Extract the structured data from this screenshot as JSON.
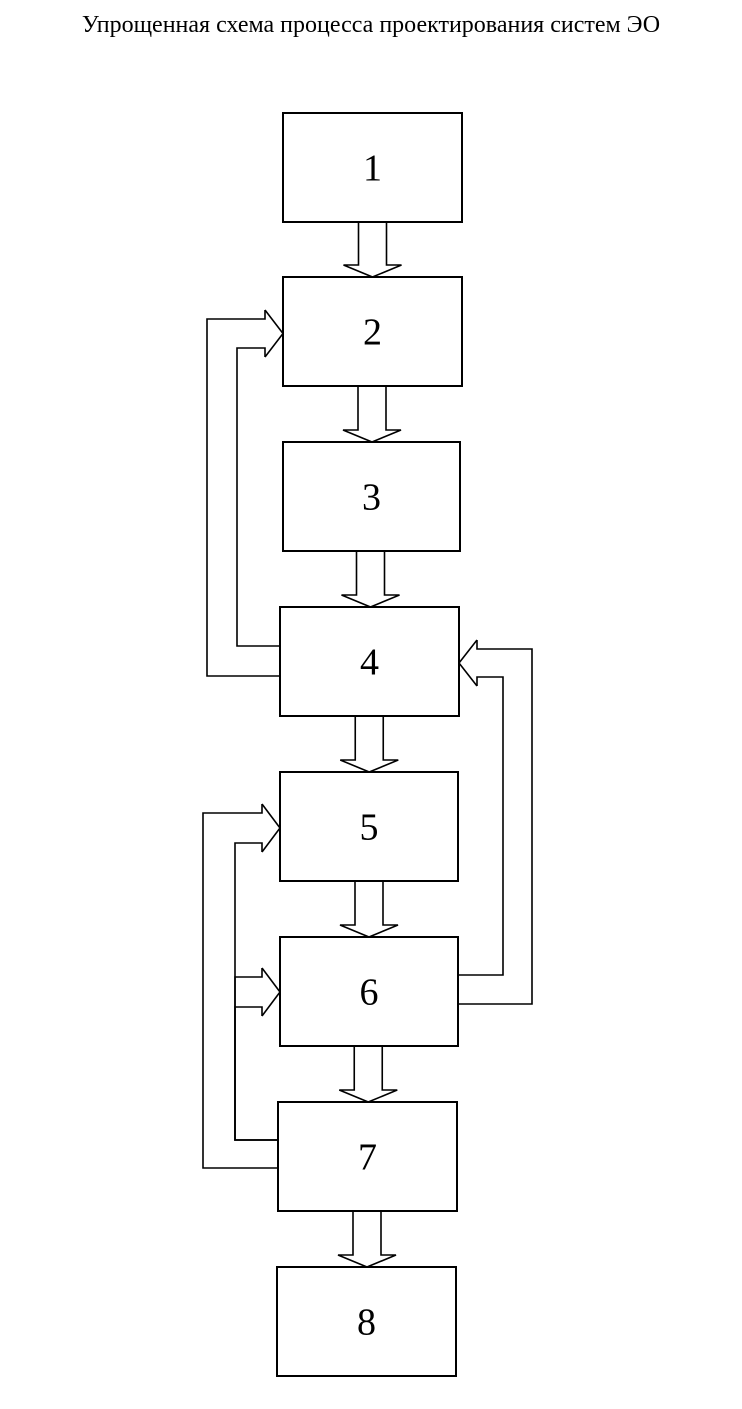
{
  "title": "Упрощенная схема процесса проектирования систем ЭО",
  "blocks": [
    {
      "id": 1,
      "label": "1"
    },
    {
      "id": 2,
      "label": "2"
    },
    {
      "id": 3,
      "label": "3"
    },
    {
      "id": 4,
      "label": "4"
    },
    {
      "id": 5,
      "label": "5"
    },
    {
      "id": 6,
      "label": "6"
    },
    {
      "id": 7,
      "label": "7"
    },
    {
      "id": 8,
      "label": "8"
    }
  ],
  "flows": [
    {
      "from": 1,
      "to": 2,
      "kind": "sequential"
    },
    {
      "from": 2,
      "to": 3,
      "kind": "sequential"
    },
    {
      "from": 3,
      "to": 4,
      "kind": "sequential"
    },
    {
      "from": 4,
      "to": 5,
      "kind": "sequential"
    },
    {
      "from": 5,
      "to": 6,
      "kind": "sequential"
    },
    {
      "from": 6,
      "to": 7,
      "kind": "sequential"
    },
    {
      "from": 7,
      "to": 8,
      "kind": "sequential"
    },
    {
      "from": 4,
      "to": 2,
      "kind": "feedback"
    },
    {
      "from": 6,
      "to": 4,
      "kind": "feedback"
    },
    {
      "from": 6,
      "to": 5,
      "kind": "feedback"
    },
    {
      "from": 7,
      "to": 5,
      "kind": "feedback"
    },
    {
      "from": 7,
      "to": 6,
      "kind": "feedback"
    }
  ]
}
